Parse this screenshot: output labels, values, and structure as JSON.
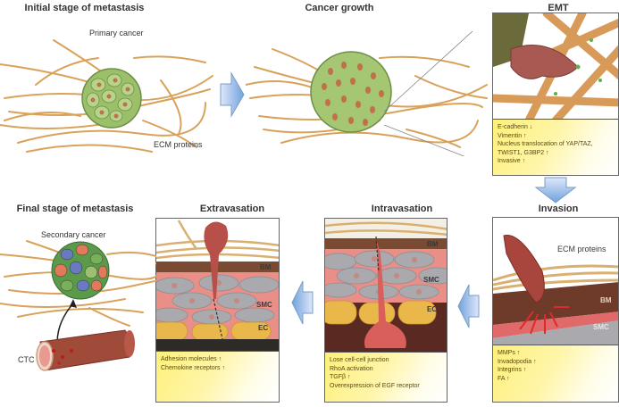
{
  "stages": {
    "initial": {
      "title": "Initial stage of metastasis",
      "primary_label": "Primary cancer",
      "ecm_label": "ECM proteins"
    },
    "growth": {
      "title": "Cancer growth"
    },
    "emt": {
      "title": "EMT",
      "notes": [
        "E-cadherin ↓",
        "Vimentin ↑",
        "Nucleus translocation of YAP/TAZ,",
        "TWIST1, G3BP2 ↑",
        "Invasive ↑"
      ]
    },
    "invasion": {
      "title": "Invasion",
      "ecm_label": "ECM proteins",
      "bm_label": "BM",
      "smc_label": "SMC",
      "notes": [
        "MMPs ↑",
        "Invadopodia ↑",
        "Integrins ↑",
        "FA ↑"
      ]
    },
    "intravasation": {
      "title": "Intravasation",
      "bm_label": "BM",
      "smc_label": "SMC",
      "ec_label": "EC",
      "notes": [
        "Lose cell-cell junction",
        "RhoA activation",
        "TGFβ ↑",
        "Overexpression of EGF receptor"
      ]
    },
    "extravasation": {
      "title": "Extravasation",
      "bm_label": "BM",
      "smc_label": "SMC",
      "ec_label": "EC",
      "notes": [
        "Adhesion molecules ↑",
        "Chemokine receptors ↑"
      ]
    },
    "final": {
      "title": "Final stage of metastasis",
      "secondary_label": "Secondary cancer",
      "ctc_label": "CTC"
    }
  },
  "arrows": [
    "arrow-right",
    "arrow-down",
    "arrow-left",
    "arrow-left"
  ],
  "colors": {
    "fiber": "#d9a25a",
    "tumor_green": "#9cbf6a",
    "nucleus": "#c0704a",
    "arrow_blue": "#7fb0e0",
    "note_yellow": "#fdf07a",
    "bm_brown": "#6e3a2a",
    "smc_gray": "#a9a9ae",
    "ec_yellow": "#e8b84a",
    "cell_red": "#b8504a"
  }
}
